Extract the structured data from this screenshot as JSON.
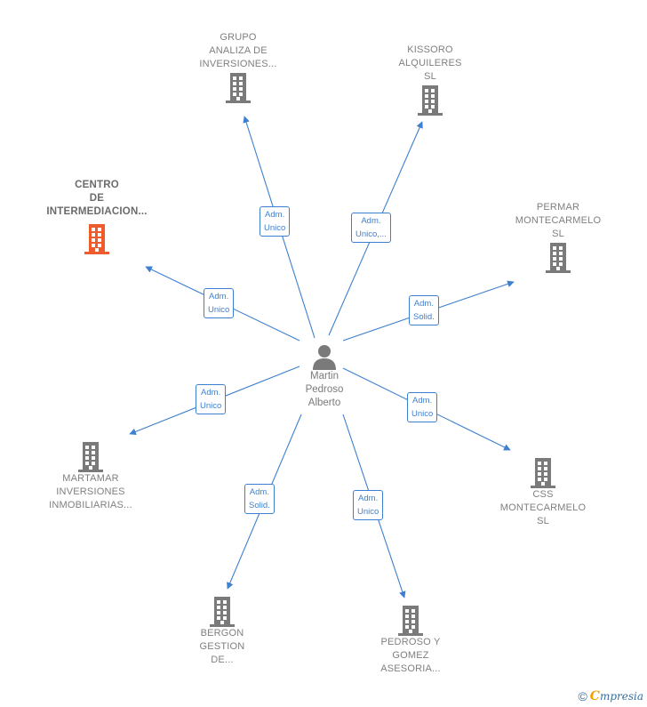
{
  "colors": {
    "edge": "#3d7fd0",
    "building_default": "#7a7a7a",
    "building_highlight": "#ee5b2c",
    "label_text": "#7f7f7f"
  },
  "center": {
    "icon": "person-icon",
    "label_lines": [
      "Martin",
      "Pedroso",
      "Alberto"
    ]
  },
  "companies": [
    {
      "id": "grupo",
      "icon": "building-icon",
      "highlight": false,
      "label_lines": [
        "GRUPO",
        "ANALIZA DE",
        "INVERSIONES..."
      ]
    },
    {
      "id": "kissoro",
      "icon": "building-icon",
      "highlight": false,
      "label_lines": [
        "KISSORO",
        "ALQUILERES",
        "SL"
      ]
    },
    {
      "id": "centro",
      "icon": "building-icon",
      "highlight": true,
      "label_lines": [
        "CENTRO",
        "DE",
        "INTERMEDIACION..."
      ]
    },
    {
      "id": "permar",
      "icon": "building-icon",
      "highlight": false,
      "label_lines": [
        "PERMAR",
        "MONTECARMELO",
        "SL"
      ]
    },
    {
      "id": "martamar",
      "icon": "building-icon",
      "highlight": false,
      "label_lines": [
        "MARTAMAR",
        "INVERSIONES",
        "INMOBILIARIAS..."
      ]
    },
    {
      "id": "css",
      "icon": "building-icon",
      "highlight": false,
      "label_lines": [
        "CSS",
        "MONTECARMELO",
        "SL"
      ]
    },
    {
      "id": "bergon",
      "icon": "building-icon",
      "highlight": false,
      "label_lines": [
        "BERGON",
        "GESTION",
        "DE..."
      ]
    },
    {
      "id": "pedroso",
      "icon": "building-icon",
      "highlight": false,
      "label_lines": [
        "PEDROSO Y",
        "GOMEZ",
        "ASESORIA..."
      ]
    }
  ],
  "relations": [
    {
      "to": "grupo",
      "label_lines": [
        "Adm.",
        "Unico"
      ]
    },
    {
      "to": "kissoro",
      "label_lines": [
        "Adm.",
        "Unico,..."
      ]
    },
    {
      "to": "centro",
      "label_lines": [
        "Adm.",
        "Unico"
      ]
    },
    {
      "to": "permar",
      "label_lines": [
        "Adm.",
        "Solid."
      ]
    },
    {
      "to": "martamar",
      "label_lines": [
        "Adm.",
        "Unico"
      ]
    },
    {
      "to": "css",
      "label_lines": [
        "Adm.",
        "Unico"
      ]
    },
    {
      "to": "bergon",
      "label_lines": [
        "Adm.",
        "Solid."
      ]
    },
    {
      "to": "pedroso",
      "label_lines": [
        "Adm.",
        "Unico"
      ]
    }
  ],
  "footer": {
    "copyright": "©",
    "brand_initial": "C",
    "brand_rest": "mpresia"
  }
}
